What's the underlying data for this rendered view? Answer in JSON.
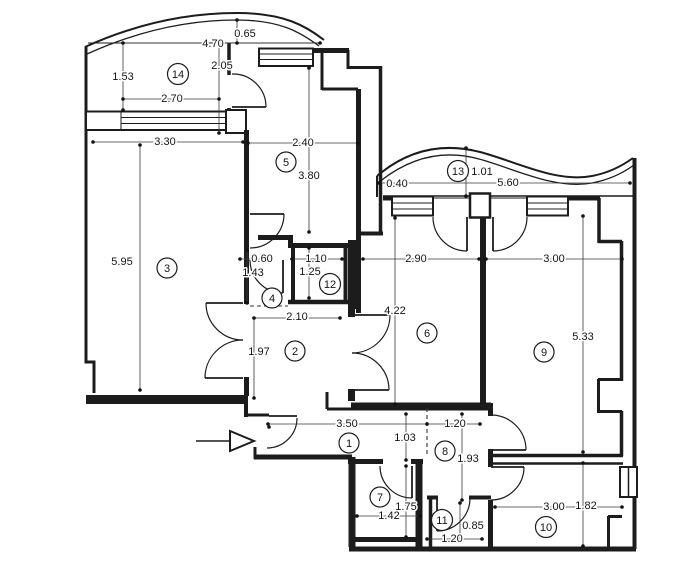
{
  "page": {
    "background": "#ffffff",
    "line_color": "#1c1c1c"
  },
  "plan": {
    "rooms": [
      {
        "n": "1"
      },
      {
        "n": "2"
      },
      {
        "n": "3"
      },
      {
        "n": "4"
      },
      {
        "n": "5"
      },
      {
        "n": "6"
      },
      {
        "n": "7"
      },
      {
        "n": "8"
      },
      {
        "n": "9"
      },
      {
        "n": "10"
      },
      {
        "n": "11"
      },
      {
        "n": "12"
      },
      {
        "n": "13"
      },
      {
        "n": "14"
      }
    ],
    "dims": [
      {
        "v": "0.65"
      },
      {
        "v": "4.70"
      },
      {
        "v": "2.05"
      },
      {
        "v": "1.53"
      },
      {
        "v": "2.70"
      },
      {
        "v": "3.30"
      },
      {
        "v": "5.95"
      },
      {
        "v": "2.40"
      },
      {
        "v": "3.80"
      },
      {
        "v": "0.40"
      },
      {
        "v": "1.01"
      },
      {
        "v": "5.60"
      },
      {
        "v": "2.90"
      },
      {
        "v": "3.00"
      },
      {
        "v": "4.22"
      },
      {
        "v": "5.33"
      },
      {
        "v": "0.60"
      },
      {
        "v": "1.10"
      },
      {
        "v": "1.25"
      },
      {
        "v": "1.43"
      },
      {
        "v": "2.10"
      },
      {
        "v": "1.97"
      },
      {
        "v": "3.50"
      },
      {
        "v": "1.03"
      },
      {
        "v": "1.20"
      },
      {
        "v": "1.93"
      },
      {
        "v": "1.75"
      },
      {
        "v": "1.42"
      },
      {
        "v": "0.85"
      },
      {
        "v": "1.20"
      },
      {
        "v": "3.00"
      },
      {
        "v": "1.82"
      }
    ]
  }
}
